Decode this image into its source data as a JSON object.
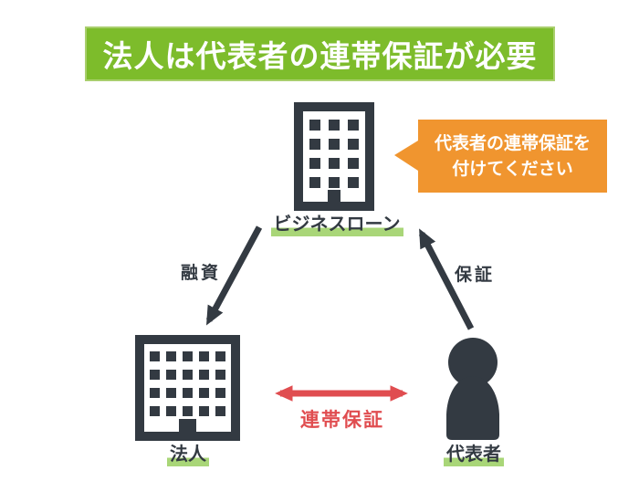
{
  "banner": {
    "title": "法人は代表者の連帯保証が必要",
    "bg_color": "#7dbc2b",
    "border_color": "#a9cf6d",
    "text_color": "#ffffff"
  },
  "speech_bubble": {
    "line1": "代表者の連帯保証を",
    "line2": "付けてください",
    "bg_color": "#f0952f",
    "text_color": "#ffffff",
    "points_to": "ビジネスローン"
  },
  "nodes": {
    "business_loan": {
      "label": "ビジネスローン",
      "icon": "office-building-icon"
    },
    "corporation": {
      "label": "法人",
      "icon": "office-building-icon"
    },
    "representative": {
      "label": "代表者",
      "icon": "person-icon"
    }
  },
  "edges": {
    "financing": {
      "label": "融資",
      "from": "ビジネスローン",
      "to": "法人",
      "style": "one-way",
      "color": "#333a42"
    },
    "guarantee": {
      "label": "保証",
      "from": "代表者",
      "to": "ビジネスローン",
      "style": "one-way",
      "color": "#333a42"
    },
    "joint_guarantee": {
      "label": "連帯保証",
      "from": "法人",
      "to": "代表者",
      "style": "two-way",
      "color": "#e04d50"
    }
  },
  "colors": {
    "icon_dark": "#333a42",
    "label_highlight": "#a9d678",
    "background": "#ffffff"
  }
}
